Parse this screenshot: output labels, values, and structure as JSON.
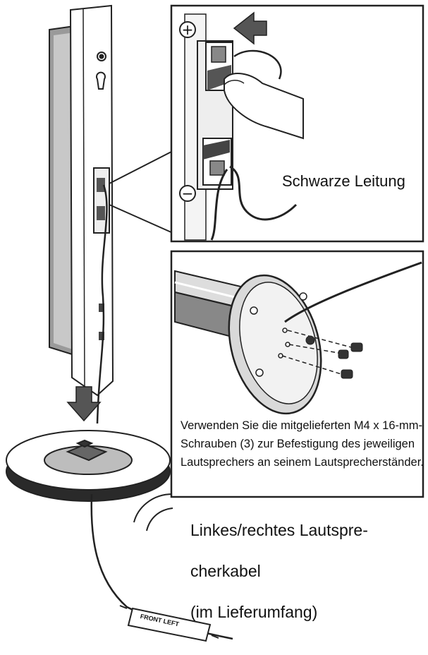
{
  "labels": {
    "plus_symbol": "+",
    "minus_symbol": "−",
    "black_wire": "Schwarze Leitung",
    "screw_instruction": "Verwenden Sie die mitgelieferten M4 x 16-mm-Schrauben (3) zur Befestigung des jeweiligen Lautsprechers an seinem Lautsprecherständer.",
    "cable_line1": "Linkes/rechtes Lautspre-",
    "cable_line2": "cherkabel",
    "cable_line3": "(im Lieferumfang)",
    "cable_tag": "FRONT LEFT"
  }
}
